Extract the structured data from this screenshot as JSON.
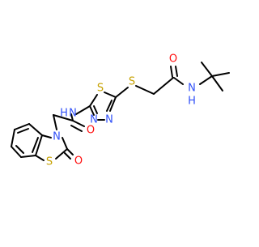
{
  "molecule": {
    "atoms": {
      "o_amide1": "O",
      "nh_amide1": "N",
      "h_amide1": "H",
      "s_thioether": "S",
      "s_thiadiazole": "S",
      "n_thiadiazole1": "N",
      "n_thiadiazole2": "N",
      "nh_amide2": "N",
      "h_amide2": "H",
      "o_amide2": "O",
      "n_benzothiazole": "N",
      "o_benzothiazole": "O",
      "s_benzothiazole": "S"
    },
    "colors": {
      "bond": "#000000",
      "nitrogen": "#3050F8",
      "oxygen": "#FF0D0D",
      "sulfur": "#C6A100"
    }
  }
}
